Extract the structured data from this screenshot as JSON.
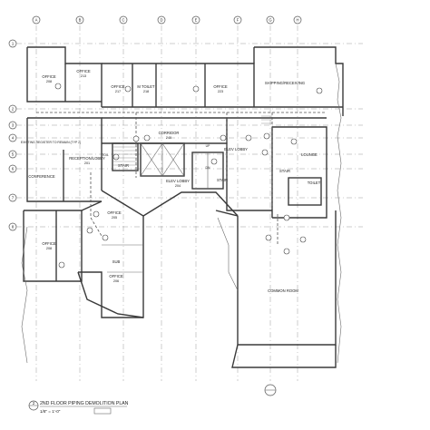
{
  "drawing": {
    "title_number": "2",
    "title": "2ND FLOOR PIPING DEMOLITION PLAN",
    "scale": "1/8\" = 1'-0\""
  },
  "grid_columns": [
    "A",
    "B",
    "C",
    "D",
    "E",
    "F",
    "G",
    "H"
  ],
  "grid_rows": [
    "1",
    "2",
    "3",
    "4",
    "5",
    "6",
    "7",
    "8"
  ],
  "rooms": [
    {
      "label": "OFFICE",
      "number": "208"
    },
    {
      "label": "OFFICE",
      "number": "213"
    },
    {
      "label": "OFFICE",
      "number": "217"
    },
    {
      "label": "M TOILET",
      "number": "218"
    },
    {
      "label": "OFFICE",
      "number": "223"
    },
    {
      "label": "SHIPPING/RECEIVING",
      "number": ""
    },
    {
      "label": "CORRIDOR",
      "number": "240"
    },
    {
      "label": "EXISTING REGISTER TO REMAIN (TYP 2)",
      "number": ""
    },
    {
      "label": "CONFERENCE",
      "number": ""
    },
    {
      "label": "RECEPTION/LOBBY",
      "number": "201"
    },
    {
      "label": "STAIR",
      "number": ""
    },
    {
      "label": "ELEV LOBBY",
      "number": "204"
    },
    {
      "label": "ELEV LOBBY",
      "number": ""
    },
    {
      "label": "STAIR",
      "number": ""
    },
    {
      "label": "LOUNGE",
      "number": ""
    },
    {
      "label": "TOILET",
      "number": ""
    },
    {
      "label": "STAIR",
      "number": ""
    },
    {
      "label": "OFFICE",
      "number": "205"
    },
    {
      "label": "OFFICE",
      "number": "206"
    },
    {
      "label": "SUB",
      "number": ""
    },
    {
      "label": "OFFICE",
      "number": "208"
    },
    {
      "label": "COMMON ROOM",
      "number": ""
    }
  ],
  "notes": [
    "TOIL",
    "DN",
    "UP"
  ]
}
